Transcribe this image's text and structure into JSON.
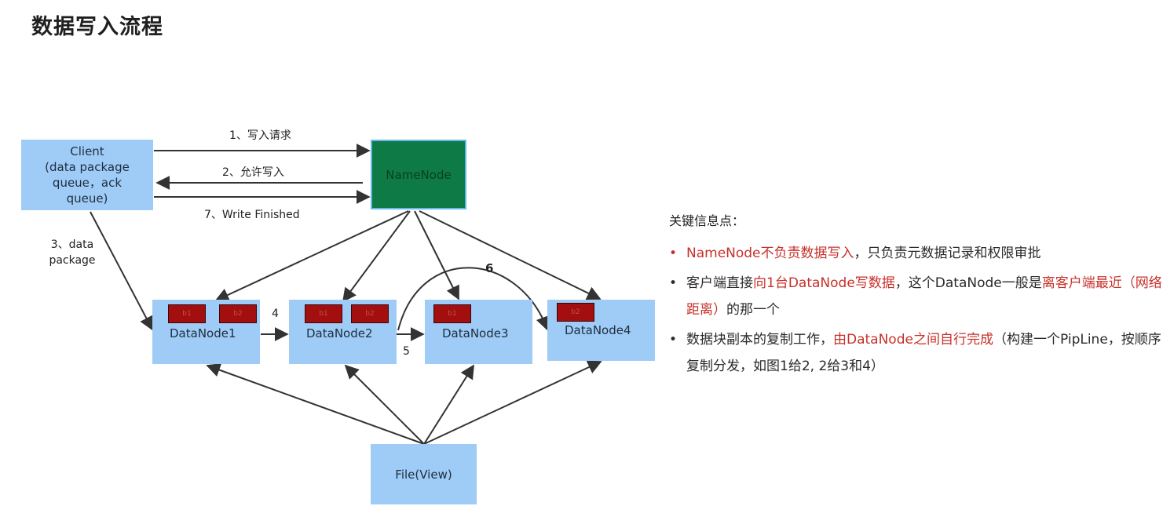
{
  "title": "数据写入流程",
  "diagram": {
    "client": "Client\n(data package\nqueue，ack\nqueue)",
    "namenode": "NameNode",
    "datanodes": [
      "DataNode1",
      "DataNode2",
      "DataNode3",
      "DataNode4"
    ],
    "block_labels": [
      "b1",
      "b2",
      "b1",
      "b2",
      "b1",
      "b2"
    ],
    "file": "File(View)",
    "arrows": {
      "a1": "1、写入请求",
      "a2": "2、允许写入",
      "a7": "7、Write Finished",
      "a3": "3、data\npackage",
      "a4": "4",
      "a5": "5",
      "a6": "6"
    },
    "colors": {
      "node": "#9fccf7",
      "namenode": "#0e7a45",
      "block": "#a30e0e",
      "highlight": "#c7302a"
    }
  },
  "info": {
    "title": "关键信息点：",
    "items": [
      {
        "h1": "NameNode不负责数据写入",
        "t1": "，只负责元数据记录和权限审批"
      },
      {
        "t0": "客户端直接",
        "h1": "向1台DataNode写数据",
        "t1": "，这个DataNode一般是",
        "h2": "离客户端最近（网络距离）",
        "t2": "的那一个"
      },
      {
        "t0": "数据块副本的复制工作，",
        "h1": "由DataNode之间自行完成",
        "t1": "（构建一个PipLine，按顺序复制分发，如图1给2, 2给3和4）"
      }
    ]
  }
}
